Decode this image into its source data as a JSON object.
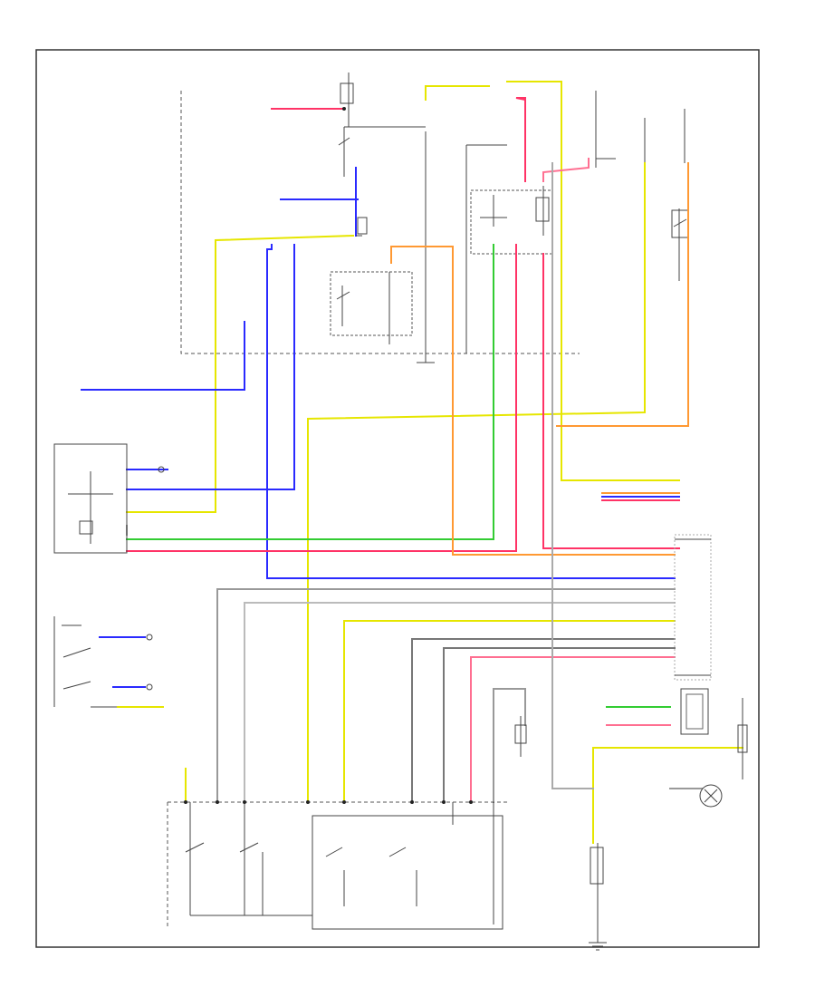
{
  "diagram": {
    "sheet_id": "",
    "colors": {
      "yellow": "#e6e600",
      "blue": "#2a2aff",
      "red": "#ff3366",
      "green": "#33cc33",
      "orange": "#ff9933",
      "pink": "#ff6f91",
      "gray": "#8c8c8c",
      "black": "#222222",
      "frame": "#333333"
    },
    "components": [
      {
        "id": "hot-at-all-times",
        "label": ""
      },
      {
        "id": "underhood-fuse-box",
        "label": ""
      },
      {
        "id": "horn-relay",
        "label": ""
      },
      {
        "id": "headlight-relay",
        "label": ""
      },
      {
        "id": "combination-switch",
        "label": ""
      },
      {
        "id": "gauge-control-module",
        "label": ""
      },
      {
        "id": "multiplex-control-unit",
        "label": ""
      },
      {
        "id": "instrument-cluster",
        "label": ""
      },
      {
        "id": "headlight-left",
        "label": ""
      },
      {
        "id": "headlight-right",
        "label": ""
      }
    ]
  }
}
